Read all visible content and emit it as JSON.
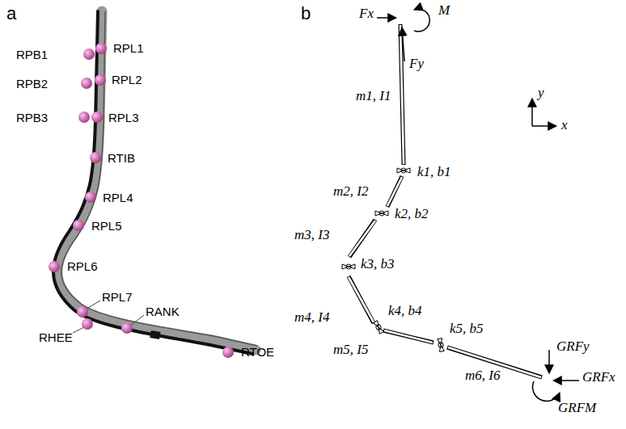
{
  "diagram": {
    "labels": [
      "a",
      "b",
      "RPB1",
      "RPL1",
      "RPB2",
      "RPL2",
      "RPB3",
      "RPL3",
      "RTIB",
      "RPL4",
      "RPL5",
      "RPL6",
      "RPL7",
      "RANK",
      "RHEE",
      "RTOE",
      "M",
      "Fx",
      "Fy",
      "m1, I1",
      "k1, b1",
      "m2, I2",
      "k2, b2",
      "m3, I3",
      "k3, b3",
      "m4, I4",
      "k4, b4",
      "k5, b5",
      "m5, I5",
      "m6, I6",
      "GRFy",
      "GRFx",
      "GRFM",
      "y",
      "x"
    ]
  }
}
